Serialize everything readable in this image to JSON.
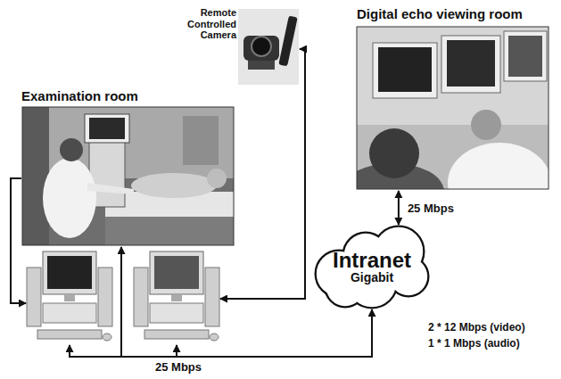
{
  "diagram": {
    "nodes": [
      {
        "text": [
          "Remote Controlled Camera"
        ]
      },
      {
        "text": [
          "Examination room"
        ]
      },
      {
        "text": [
          "Digital echo viewing room"
        ]
      },
      {
        "text": [
          "Intranet",
          "Gigabit"
        ]
      }
    ],
    "edges": [
      {
        "from": 1,
        "to": 3,
        "arrow": "both",
        "label": "25 Mbps"
      },
      {
        "from": 3,
        "to": 2,
        "arrow": "both",
        "label": "25 Mbps"
      }
    ],
    "labels": [
      "2 * 12 Mbps (video)",
      "1 * 1 Mbps (audio)"
    ]
  }
}
